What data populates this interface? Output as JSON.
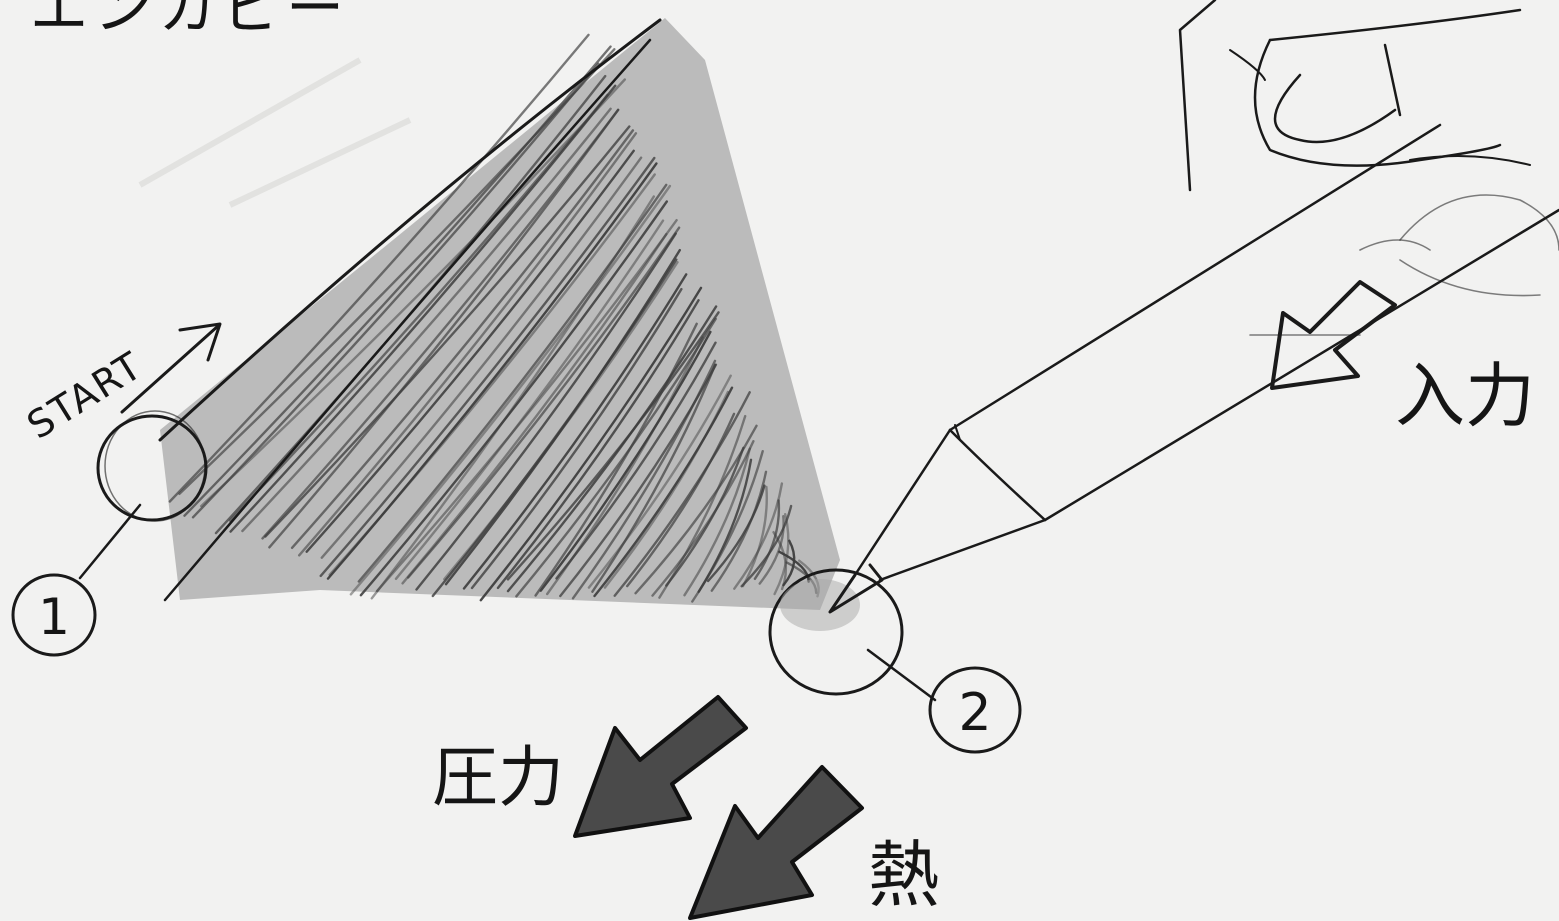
{
  "diagram": {
    "top_partial_text": "エンカピー",
    "start_label": "START",
    "point_1_label": "1",
    "point_2_label": "2",
    "force_input_label": "入力",
    "pressure_label": "圧力",
    "heat_label": "熱",
    "colors": {
      "paper": "#f2f2f1",
      "ink": "#1a1a1a",
      "graphite": "#5a5a5a"
    }
  }
}
